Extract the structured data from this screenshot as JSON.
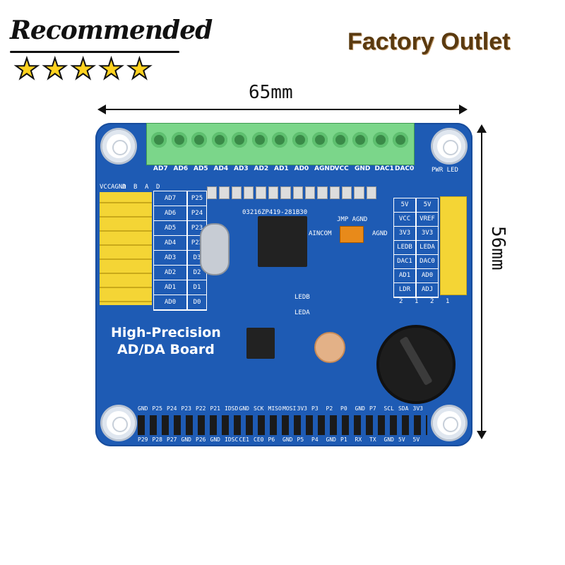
{
  "badge": {
    "recommended": "Recommended",
    "stars": [
      "★",
      "★",
      "★",
      "★",
      "★"
    ],
    "factory": "Factory Outlet"
  },
  "dimensions": {
    "width_label": "65mm",
    "height_label": "56mm"
  },
  "board": {
    "title_line1": "High-Precision",
    "title_line2": "AD/DA Board",
    "chip_label": "03216ZP419-281B30",
    "jmp_label": "JMP AGND",
    "aincom_label": "AINCOM",
    "agnd_label": "AGND",
    "ledb": "LEDB",
    "leda": "LEDA",
    "pwr_led": "PWR LED",
    "terminal_labels": [
      "AD7",
      "AD6",
      "AD5",
      "AD4",
      "AD3",
      "AD2",
      "AD1",
      "AD0",
      "AGND",
      "VCC",
      "GND",
      "DAC1",
      "DAC0"
    ],
    "left_header_top": [
      "VCC",
      "AGND",
      "A",
      "B",
      "A",
      "D"
    ],
    "left_ad": [
      "AD7",
      "AD6",
      "AD5",
      "AD4",
      "AD3",
      "AD2",
      "AD1",
      "AD0"
    ],
    "left_d": [
      "P25",
      "P24",
      "P23",
      "P22",
      "D3",
      "D2",
      "D1",
      "D0"
    ],
    "right_col1": [
      "5V",
      "VCC",
      "3V3",
      "LEDB",
      "DAC1",
      "AD1",
      "LDR"
    ],
    "right_col2": [
      "5V",
      "VREF",
      "3V3",
      "LEDA",
      "DAC0",
      "AD0",
      "ADJ"
    ],
    "right_nums": [
      "2",
      "1",
      "2",
      "1"
    ],
    "gpio_top": [
      "GND",
      "P25",
      "P24",
      "P23",
      "P22",
      "P21",
      "IDSD",
      "GND",
      "SCK",
      "MISO",
      "MOSI",
      "3V3",
      "P3",
      "P2",
      "P0",
      "GND",
      "P7",
      "SCL",
      "SDA",
      "3V3"
    ],
    "gpio_bottom": [
      "P29",
      "P28",
      "P27",
      "GND",
      "P26",
      "GND",
      "IDSC",
      "CE1",
      "CE0",
      "P6",
      "GND",
      "P5",
      "P4",
      "GND",
      "P1",
      "RX",
      "TX",
      "GND",
      "5V",
      "5V"
    ]
  },
  "colors": {
    "board": "#1e5bb4",
    "header": "#f4d535",
    "terminal": "#7bd68a"
  }
}
